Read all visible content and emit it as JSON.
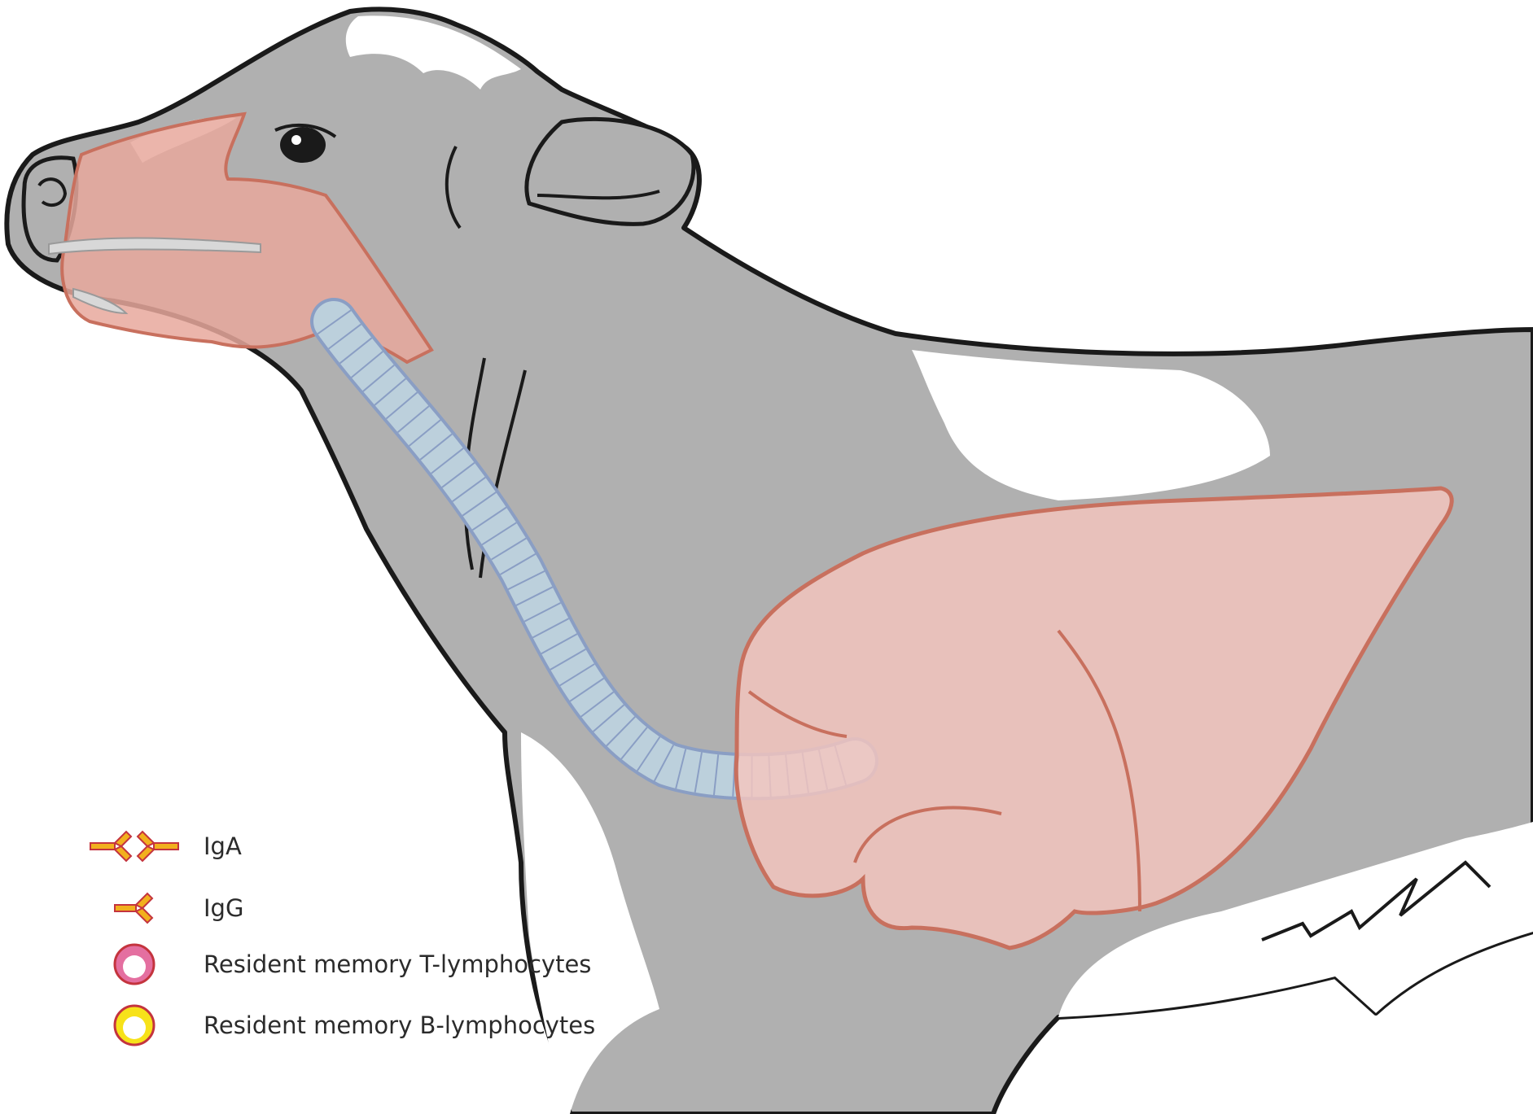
{
  "colors": {
    "outline": "#1a1a1a",
    "coat_grey": "#b0b0b0",
    "coat_white": "#ffffff",
    "upper_airway_fill": "#e8a89c",
    "upper_airway_stroke": "#c8705e",
    "trachea_fill": "#bcd0dc",
    "trachea_stroke": "#8a9ec4",
    "lung_fill": "#f6c6be",
    "lung_stroke": "#c8705e",
    "iga_icon": "#f2b01e",
    "t_cell_ring": "#e46fa0",
    "b_cell_ring": "#f7e21a",
    "cell_border": "#c4343e"
  },
  "legend": {
    "items": [
      {
        "label": "IgA",
        "icon": "iga-antibody-icon"
      },
      {
        "label": "IgG",
        "icon": "igg-antibody-icon"
      },
      {
        "label": "Resident memory T-lymphocytes",
        "icon": "t-lymphocyte-icon"
      },
      {
        "label": "Resident memory B-lymphocytes",
        "icon": "b-lymphocyte-icon"
      }
    ]
  }
}
